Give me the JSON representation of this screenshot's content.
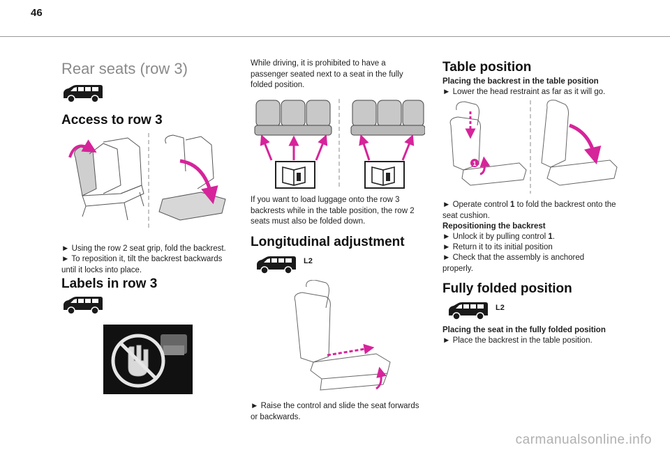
{
  "page": {
    "number": "46"
  },
  "col1": {
    "main_title": "Rear seats (row 3)",
    "access": {
      "heading": "Access to row 3",
      "lines": [
        "► Using the row 2 seat grip, fold the backrest.",
        "► To reposition it, tilt the backrest backwards until it locks into place."
      ]
    },
    "labels": {
      "heading": "Labels in row 3"
    }
  },
  "col2": {
    "intro": "While driving, it is prohibited to have a passenger seated next to a seat in the fully folded position.",
    "luggage": "If you want to load luggage onto the row 3 backrests while in the table position, the row 2 seats must also be folded down.",
    "longitudinal": {
      "heading": "Longitudinal adjustment",
      "badge": "L2",
      "instruction": "► Raise the control and slide the seat forwards or backwards."
    }
  },
  "col3": {
    "table": {
      "heading": "Table position",
      "subheading": "Placing the backrest in the table position",
      "step1": "► Lower the head restraint as far as it will go.",
      "step2_a": "► Operate control ",
      "step2_b": "1",
      "step2_c": " to fold the backrest onto the seat cushion.",
      "reposition_heading": "Repositioning the backrest",
      "rep1_a": "► Unlock it by pulling control ",
      "rep1_b": "1",
      "rep1_c": ".",
      "rep2": "► Return it to its initial position",
      "rep3": "► Check that the assembly is anchored properly."
    },
    "folded": {
      "heading": "Fully folded position",
      "badge": "L2",
      "subheading": "Placing the seat in the fully folded position",
      "step": "► Place the backrest in the table position."
    }
  },
  "figure_labels": {
    "control_marker": "1"
  },
  "colors": {
    "accent_magenta": "#d6249a",
    "heading_gray": "#8a8a8a",
    "rule": "#9a9a9a"
  },
  "watermark": "carmanualsonline.info"
}
